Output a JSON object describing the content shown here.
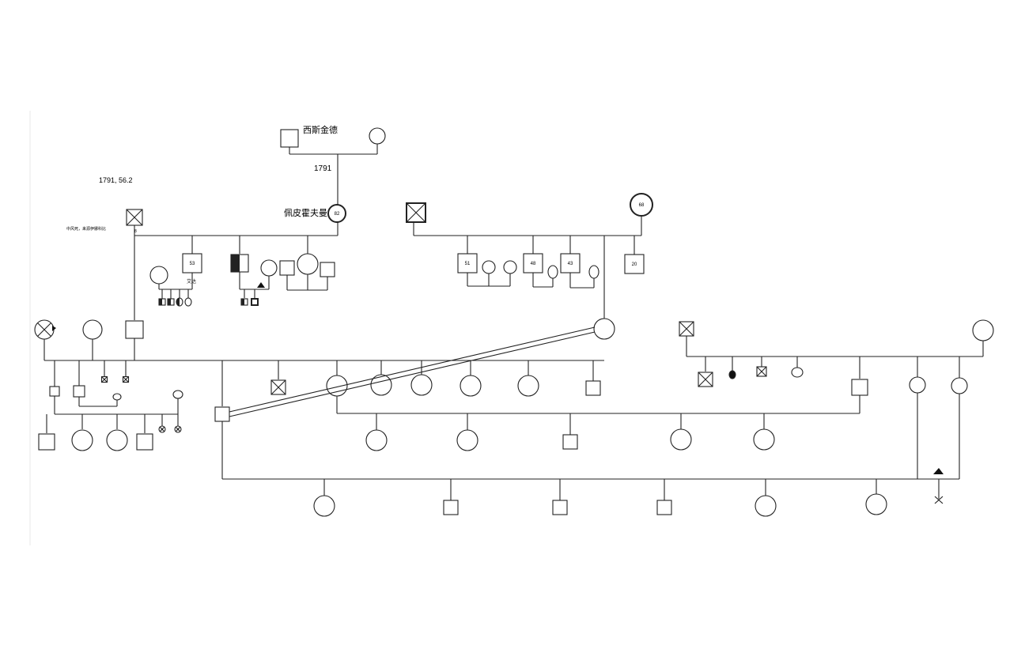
{
  "labels": {
    "ancestor_name": "西斯金德",
    "year_main": "1791",
    "year_note": "1791, 56.2",
    "daughter_name": "佩皮霍夫曼",
    "small_note": "中风死，来源伊娜科比",
    "tiny_note": "艾达",
    "side_mark": "8"
  },
  "ages": {
    "pepi": "82",
    "right_mother": "68",
    "son_53": "53",
    "son_51": "51",
    "son_48": "48",
    "son_43": "43",
    "son_20": "20"
  }
}
